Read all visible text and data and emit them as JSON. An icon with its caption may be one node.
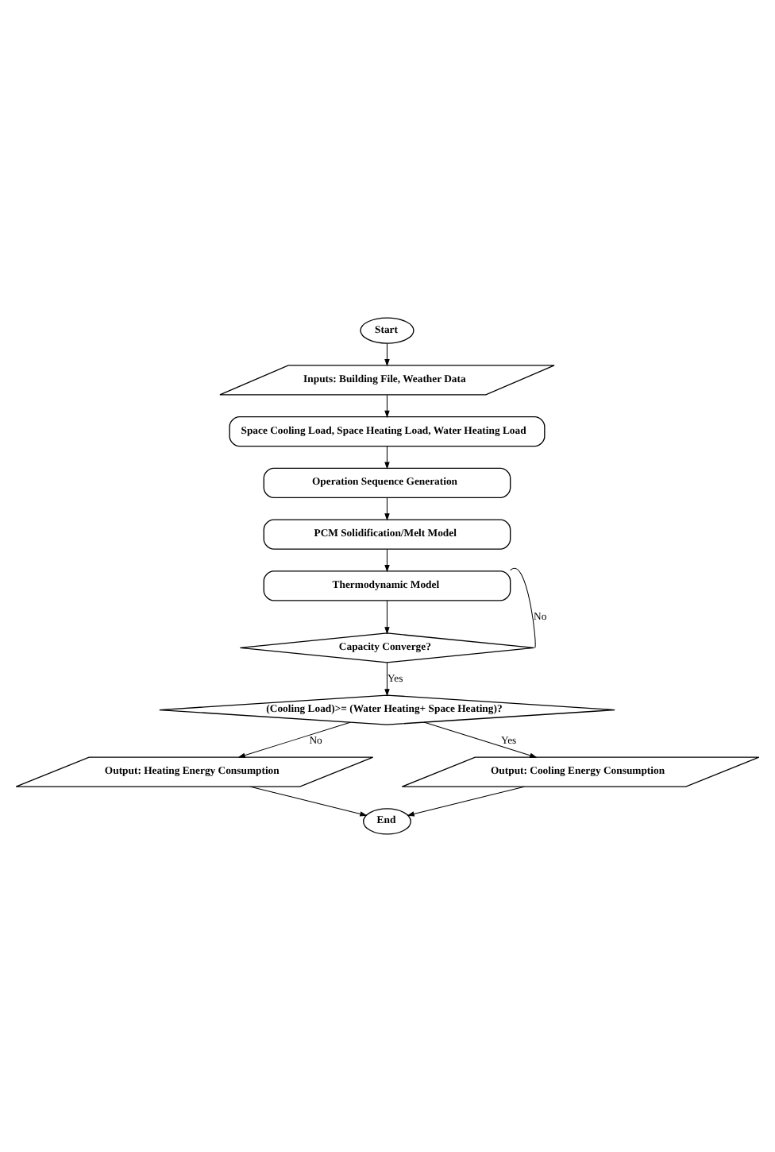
{
  "diagram": {
    "nodes": [
      {
        "text": [
          "Start"
        ]
      },
      {
        "text": [
          "Inputs: Building File, Weather Data"
        ]
      },
      {
        "text": [
          "Space Cooling Load, Space Heating Load, Water Heating Load"
        ]
      },
      {
        "text": [
          "Operation Sequence Generation"
        ]
      },
      {
        "text": [
          "PCM Solidification/Melt Model"
        ]
      },
      {
        "text": [
          "Thermodynamic Model"
        ]
      },
      {
        "text": [
          "Capacity Converge?"
        ]
      },
      {
        "text": [
          "(Cooling Load)>= (Water Heating+ Space Heating)?"
        ]
      },
      {
        "text": [
          "Output: Heating Energy Consumption"
        ]
      },
      {
        "text": [
          "Output: Cooling Energy Consumption"
        ]
      },
      {
        "text": [
          "End"
        ]
      }
    ],
    "edges": [
      {
        "from": 0,
        "to": 1,
        "arrow": "to"
      },
      {
        "from": 1,
        "to": 2,
        "arrow": "to"
      },
      {
        "from": 2,
        "to": 3,
        "arrow": "to"
      },
      {
        "from": 3,
        "to": 4,
        "arrow": "to"
      },
      {
        "from": 4,
        "to": 5,
        "arrow": "to"
      },
      {
        "from": 5,
        "to": 6,
        "arrow": "to"
      },
      {
        "from": 6,
        "to": 5,
        "arrow": "none",
        "label": "No"
      },
      {
        "from": 6,
        "to": 7,
        "arrow": "to",
        "label": "Yes"
      },
      {
        "from": 7,
        "to": 8,
        "arrow": "to",
        "label": "No"
      },
      {
        "from": 7,
        "to": 9,
        "arrow": "to",
        "label": "Yes"
      },
      {
        "from": 8,
        "to": 10,
        "arrow": "to"
      },
      {
        "from": 9,
        "to": 10,
        "arrow": "to"
      }
    ]
  }
}
